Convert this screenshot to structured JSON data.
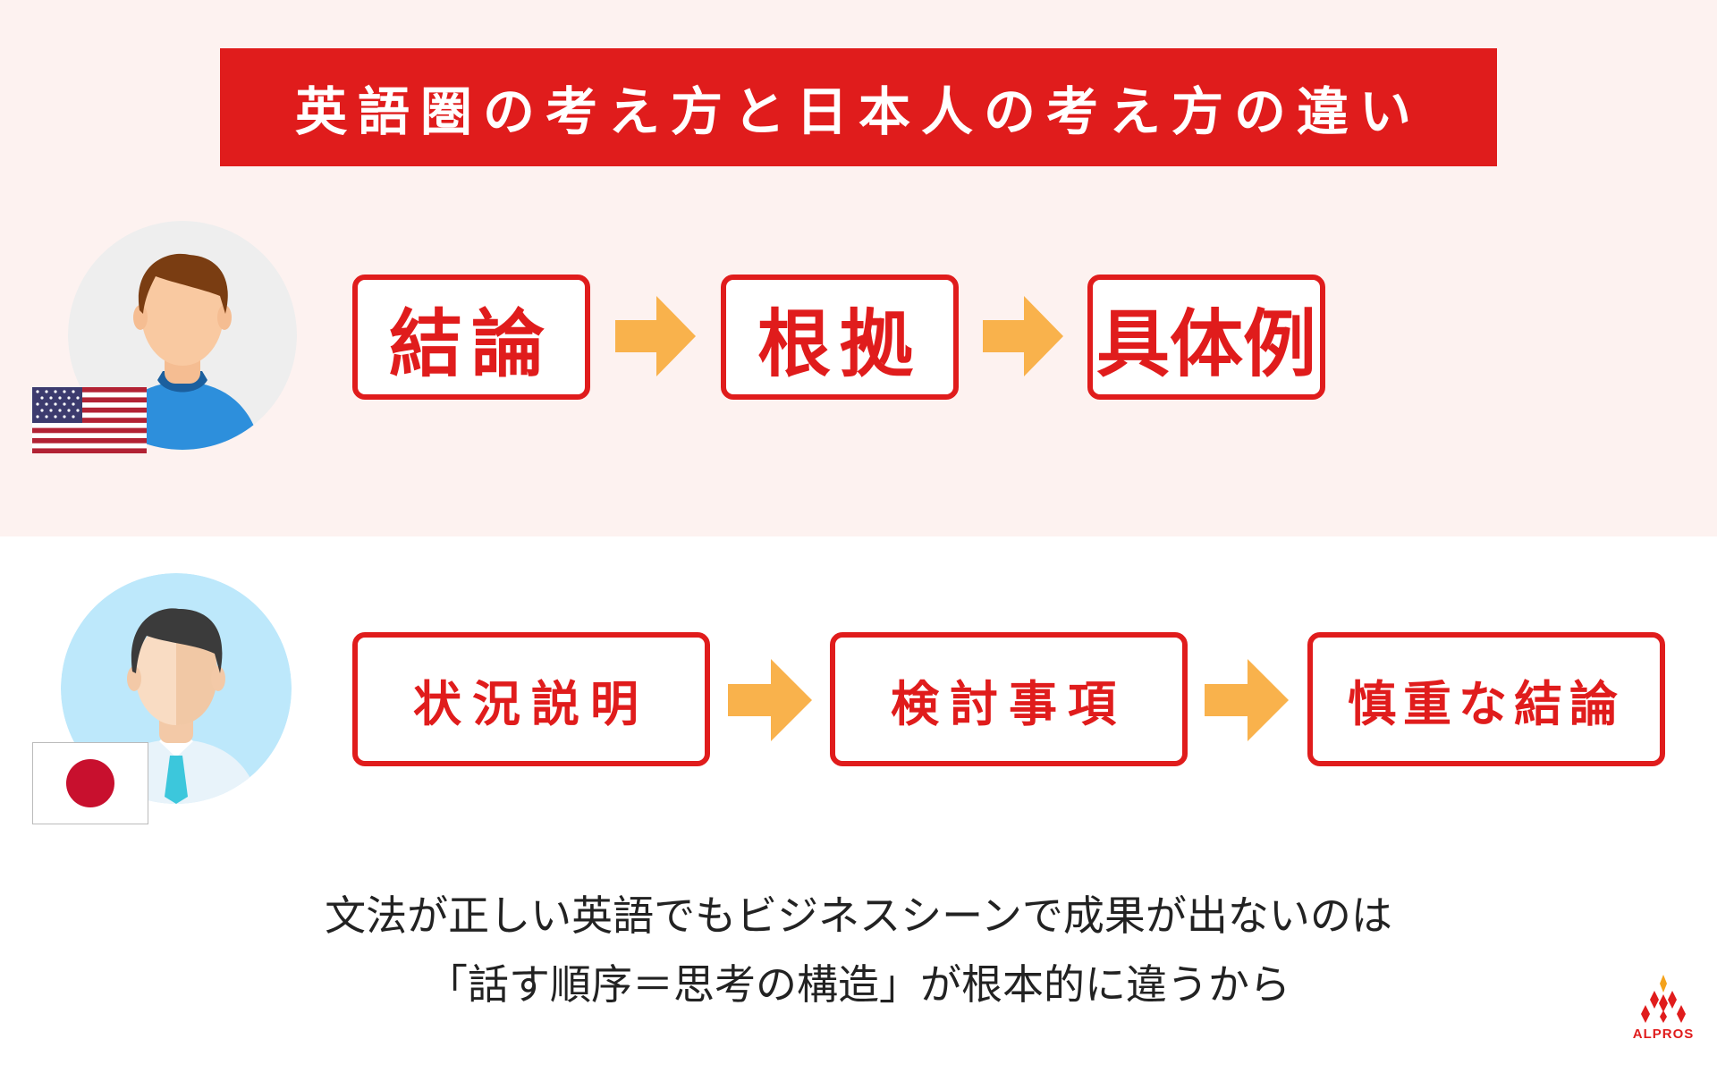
{
  "title": "英語圏の考え方と日本人の考え方の違い",
  "english_flow": {
    "steps": [
      "結論",
      "根拠",
      "具体例"
    ]
  },
  "japanese_flow": {
    "steps": [
      "状況説明",
      "検討事項",
      "慎重な結論"
    ]
  },
  "caption": {
    "line1": "文法が正しい英語でもビジネスシーンで成果が出ないのは",
    "line2": "「話す順序＝思考の構造」が根本的に違うから"
  },
  "logo": {
    "text": "ALPROS"
  },
  "colors": {
    "accent_red": "#e01c1c",
    "arrow_orange": "#f9b24c",
    "top_background": "#fdf2f0"
  },
  "icons": {
    "english_avatar": "man-avatar-icon",
    "japanese_avatar": "businessman-avatar-icon",
    "us_flag": "us-flag-icon",
    "japan_flag": "japan-flag-icon",
    "arrow": "arrow-right-icon"
  }
}
